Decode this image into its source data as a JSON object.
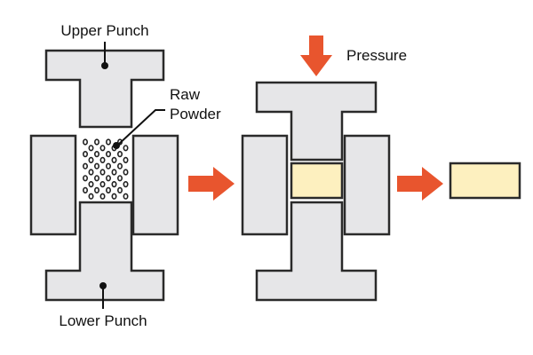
{
  "title": "Powder compaction process",
  "colors": {
    "punch_fill": "#e6e6e8",
    "outline": "#2a2a2a",
    "compact_fill": "#fdf0bf",
    "arrow": "#e8552e"
  },
  "stages": [
    {
      "name": "filling",
      "labels": {
        "upper_punch": "Upper Punch",
        "raw_powder_line1": "Raw",
        "raw_powder_line2": "Powder",
        "lower_punch": "Lower Punch"
      }
    },
    {
      "name": "pressing",
      "labels": {
        "pressure": "Pressure"
      }
    },
    {
      "name": "ejected-compact"
    }
  ],
  "icons": {
    "process_arrow": "right-arrow-icon",
    "pressure_arrow": "down-arrow-icon"
  }
}
